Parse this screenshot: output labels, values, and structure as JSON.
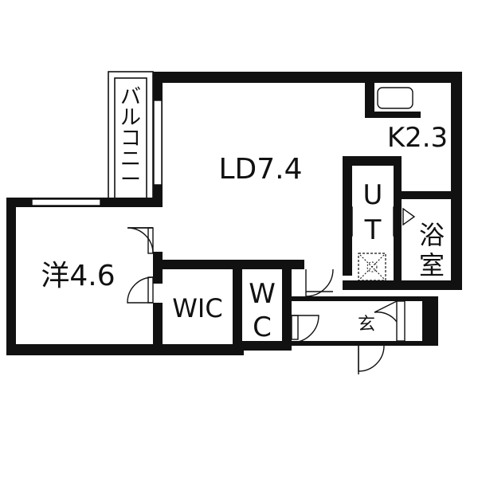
{
  "rooms": {
    "balcony": "バルコニー",
    "ld": "LD7.4",
    "kitchen": "K2.3",
    "ut_u": "U",
    "ut_t": "T",
    "bath_1": "浴",
    "bath_2": "室",
    "western": "洋4.6",
    "wic": "WIC",
    "wc_w": "W",
    "wc_c": "C",
    "entrance": "玄"
  },
  "colors": {
    "wall": "#111111",
    "background": "#ffffff"
  }
}
